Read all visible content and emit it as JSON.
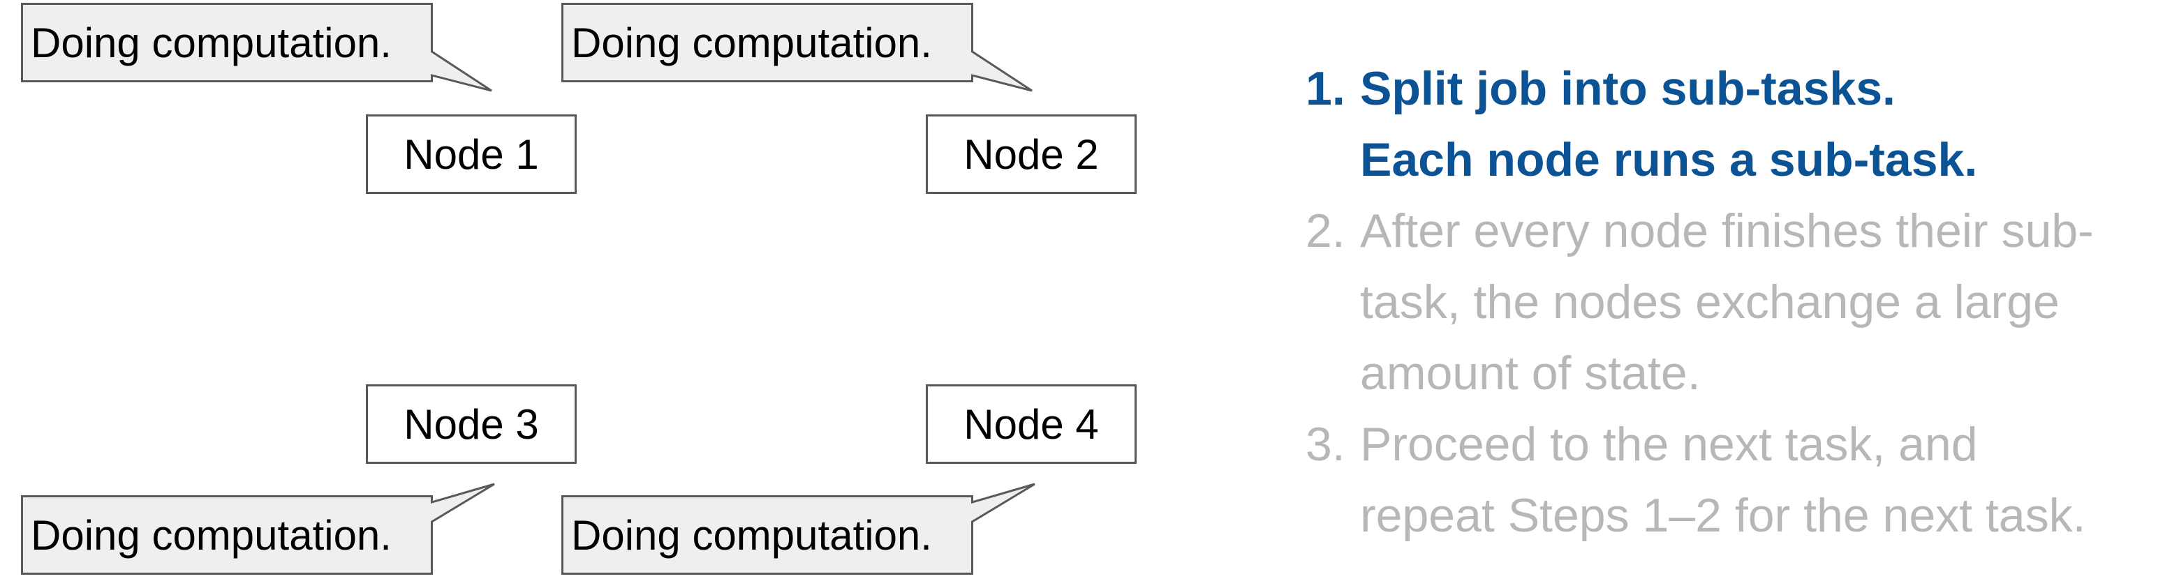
{
  "colors": {
    "active_step": "#0b5394",
    "inactive_step": "#b7b7b7",
    "callout_fill": "#efefef",
    "border": "#595959"
  },
  "nodes": [
    {
      "label": "Node 1"
    },
    {
      "label": "Node 2"
    },
    {
      "label": "Node 3"
    },
    {
      "label": "Node 4"
    }
  ],
  "callouts": [
    {
      "text": "Doing computation."
    },
    {
      "text": "Doing computation."
    },
    {
      "text": "Doing computation."
    },
    {
      "text": "Doing computation."
    }
  ],
  "steps": [
    {
      "number": "1.",
      "lines": [
        "Split job into sub-tasks.",
        "Each node runs a sub-task."
      ],
      "state": "active"
    },
    {
      "number": "2.",
      "lines": [
        "After every node finishes their sub-",
        "task, the nodes exchange a large",
        "amount of state."
      ],
      "state": "inactive"
    },
    {
      "number": "3.",
      "lines": [
        "Proceed to the next task, and",
        "repeat Steps 1–2 for the next task."
      ],
      "state": "inactive"
    }
  ]
}
